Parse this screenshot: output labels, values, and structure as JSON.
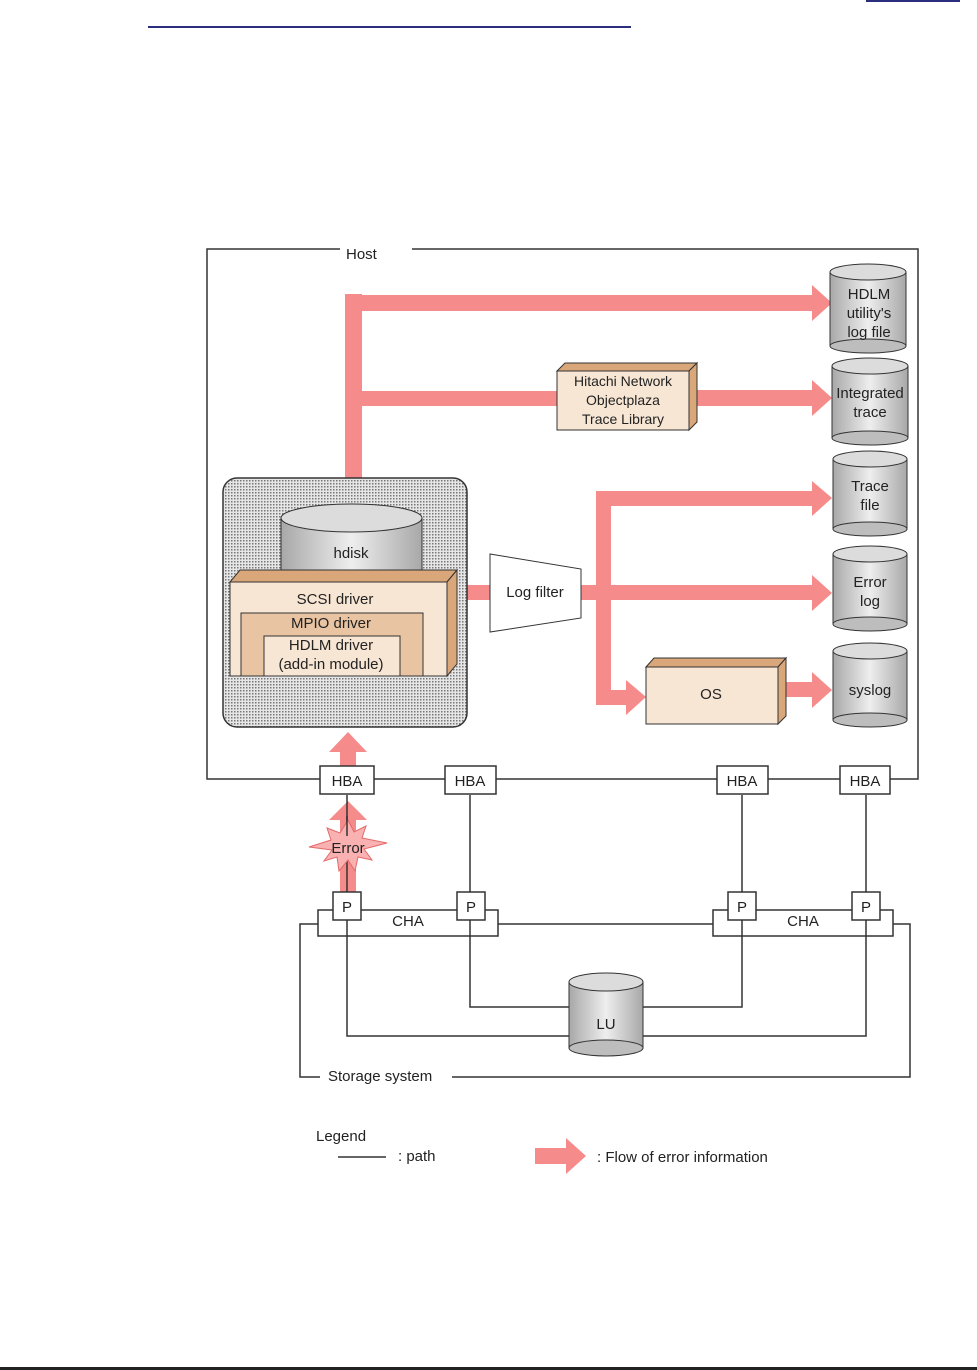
{
  "header": {
    "accent_color": "#2b2e7e"
  },
  "diagram": {
    "host_label": "Host",
    "storage_label": "Storage system",
    "hdisk_label": "hdisk",
    "scsi_driver_label": "SCSI driver",
    "mpio_driver_label": "MPIO driver",
    "hdlm_driver_line1": "HDLM driver",
    "hdlm_driver_line2": "(add-in module)",
    "trace_library_lines": [
      "Hitachi Network",
      "Objectplaza",
      "Trace Library"
    ],
    "log_filter_label": "Log filter",
    "os_label": "OS",
    "error_label": "Error",
    "lu_label": "LU",
    "hba_labels": [
      "HBA",
      "HBA",
      "HBA",
      "HBA"
    ],
    "port_labels": [
      "P",
      "P",
      "P",
      "P"
    ],
    "cha_labels": [
      "CHA",
      "CHA"
    ],
    "outputs": [
      {
        "lines": [
          "HDLM",
          "utility's",
          "log file"
        ]
      },
      {
        "lines": [
          "Integrated",
          "trace"
        ]
      },
      {
        "lines": [
          "Trace",
          "file"
        ]
      },
      {
        "lines": [
          "Error",
          "log"
        ]
      },
      {
        "lines": [
          "syslog"
        ]
      }
    ],
    "colors": {
      "flow_arrow": "#f68b8b",
      "box_face": "#f8e6d4",
      "box_side": "#d9a77a",
      "cylinder": "#c9c9c9"
    }
  },
  "legend": {
    "title": "Legend",
    "path_label": ": path",
    "flow_label": ": Flow of error information"
  }
}
